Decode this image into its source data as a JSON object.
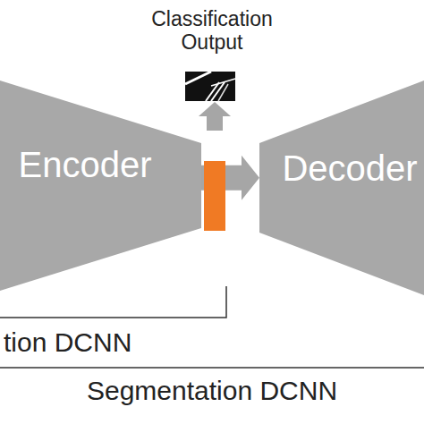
{
  "diagram": {
    "nodes": [
      {
        "text": [
          "Encoder"
        ]
      },
      {
        "text": [
          "Decoder"
        ]
      }
    ],
    "edges": [
      {
        "from": 0,
        "to": 1,
        "arrow": "to"
      }
    ],
    "labels": [
      "Classification Output",
      "tion DCNN",
      "Segmentation DCNN"
    ]
  }
}
